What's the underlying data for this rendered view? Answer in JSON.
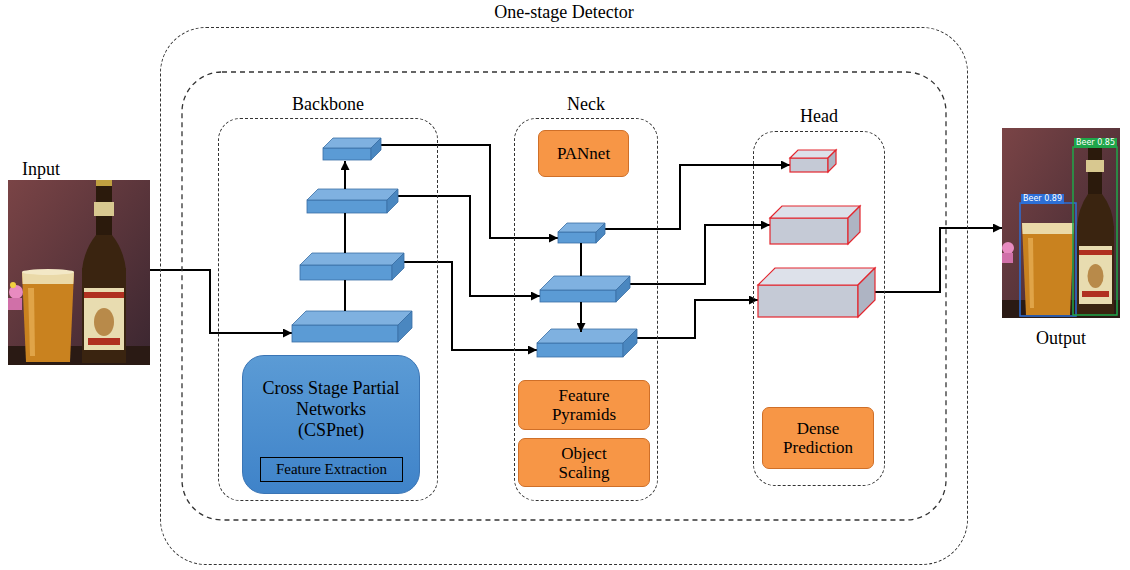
{
  "diagram": {
    "nodes": [
      {
        "text": [
          "One-stage Detector"
        ]
      },
      {
        "text": [
          "Input"
        ]
      },
      {
        "text": [
          "Backbone"
        ],
        "in": 0
      },
      {
        "text": [
          "Cross Stage Partial Networks (CSPnet)"
        ],
        "in": 2
      },
      {
        "text": [
          "Feature Extraction"
        ],
        "in": 3
      },
      {
        "text": [
          "Neck"
        ],
        "in": 0
      },
      {
        "text": [
          "PANnet"
        ],
        "in": 5
      },
      {
        "text": [
          "Feature Pyramids"
        ],
        "in": 5
      },
      {
        "text": [
          "Object Scaling"
        ],
        "in": 5
      },
      {
        "text": [
          "Head"
        ],
        "in": 0
      },
      {
        "text": [
          "Dense Prediction"
        ],
        "in": 9
      },
      {
        "text": [
          "Output"
        ]
      }
    ],
    "edges": [
      {
        "from": 1,
        "to": 2,
        "arrow": "to"
      },
      {
        "from": 2,
        "to": 5,
        "arrow": "to"
      },
      {
        "from": 2,
        "to": 5,
        "arrow": "to"
      },
      {
        "from": 2,
        "to": 5,
        "arrow": "to"
      },
      {
        "from": 5,
        "to": 9,
        "arrow": "to"
      },
      {
        "from": 5,
        "to": 9,
        "arrow": "to"
      },
      {
        "from": 5,
        "to": 9,
        "arrow": "to"
      },
      {
        "from": 9,
        "to": 11,
        "arrow": "to"
      }
    ],
    "labels": [
      "Beer 0.89",
      "Beer 0.85"
    ]
  }
}
